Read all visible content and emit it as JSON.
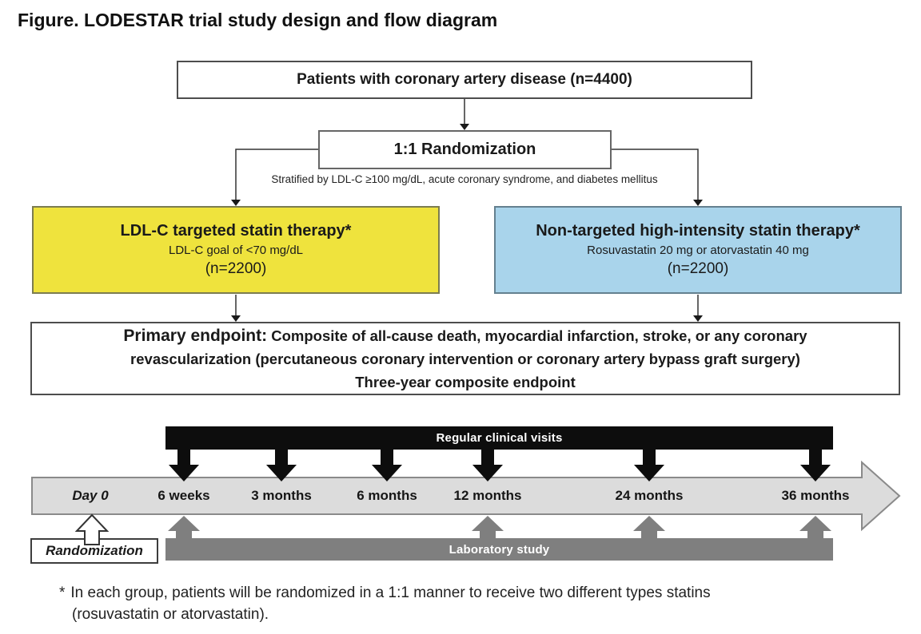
{
  "title": "Figure. LODESTAR trial study design and flow diagram",
  "flow": {
    "patients_box": "Patients with coronary artery disease (n=4400)",
    "randomization_box": "1:1 Randomization",
    "stratification_note": "Stratified by LDL-C ≥100 mg/dL, acute coronary syndrome, and diabetes mellitus",
    "left_arm": {
      "title": "LDL-C targeted statin therapy*",
      "detail": "LDL-C goal of <70 mg/dL",
      "n": "(n=2200)"
    },
    "right_arm": {
      "title": "Non-targeted high-intensity statin therapy*",
      "detail": "Rosuvastatin 20 mg or atorvastatin 40 mg",
      "n": "(n=2200)"
    },
    "primary_endpoint": {
      "lead": "Primary endpoint:",
      "line1_rest": "Composite of all-cause death, myocardial infarction, stroke, or any coronary",
      "line2": "revascularization (percutaneous coronary intervention or coronary artery bypass graft surgery)",
      "line3": "Three-year composite endpoint"
    }
  },
  "timeline": {
    "clinical_visits_label": "Regular clinical visits",
    "laboratory_label": "Laboratory study",
    "randomization_label": "Randomization",
    "ticks": [
      {
        "label": "Day 0"
      },
      {
        "label": "6 weeks"
      },
      {
        "label": "3 months"
      },
      {
        "label": "6 months"
      },
      {
        "label": "12 months"
      },
      {
        "label": "24 months"
      },
      {
        "label": "36 months"
      }
    ]
  },
  "footnote": {
    "marker": "*",
    "line1": "In each group, patients will be randomized in a 1:1 manner to receive two different types statins",
    "line2": "(rosuvastatin or atorvastatin)."
  },
  "colors": {
    "left_arm_fill": "#efe33d",
    "right_arm_fill": "#a9d4eb",
    "visits_bar_fill": "#0d0d0d",
    "laboratory_fill": "#7f7f7f",
    "timeline_fill": "#dcdcdc"
  }
}
